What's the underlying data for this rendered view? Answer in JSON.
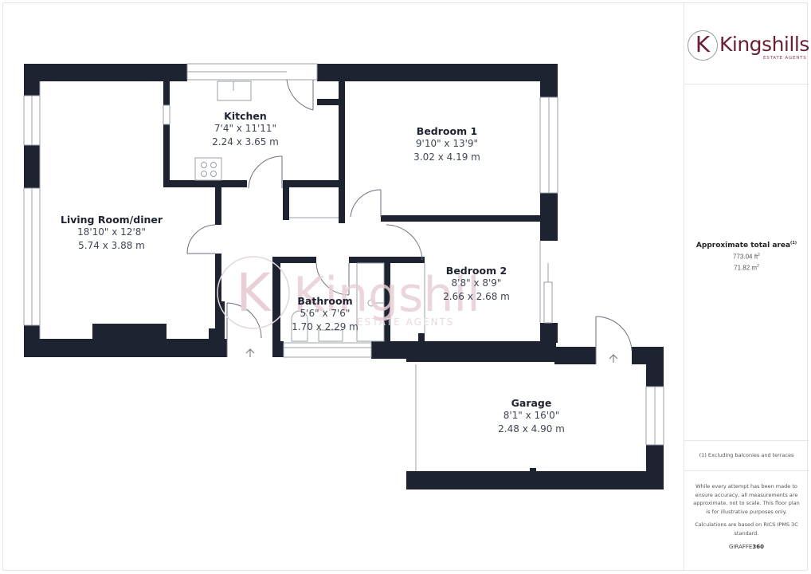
{
  "brand": {
    "logo_letter": "K",
    "name": "Kingshills",
    "tagline": "ESTATE AGENTS",
    "color": "#6b1f33"
  },
  "summary": {
    "title": "Approximate total area",
    "title_note": "(1)",
    "area_ft": "773.04 ft",
    "area_ft_unit_sup": "2",
    "area_m": "71.82 m",
    "area_m_unit_sup": "2"
  },
  "footnote": "(1) Excluding balconies and terraces",
  "disclaimer": {
    "p1": "While every attempt has been made to ensure accuracy, all measurements are approximate, not to scale. This floor plan is for illustrative purposes only.",
    "p2": "Calculations are based on RICS IPMS 3C standard.",
    "provider_a": "GIRAFFE",
    "provider_b": "360"
  },
  "rooms": [
    {
      "name": "Kitchen",
      "imperial": "7'4\" x 11'11\"",
      "metric": "2.24 x 3.65 m"
    },
    {
      "name": "Bedroom 1",
      "imperial": "9'10\" x 13'9\"",
      "metric": "3.02 x 4.19 m"
    },
    {
      "name": "Living Room/diner",
      "imperial": "18'10\" x 12'8\"",
      "metric": "5.74 x 3.88 m"
    },
    {
      "name": "Bedroom 2",
      "imperial": "8'8\" x 8'9\"",
      "metric": "2.66 x 2.68 m"
    },
    {
      "name": "Bathroom",
      "imperial": "5'6\" x 7'6\"",
      "metric": "1.70 x 2.29 m"
    },
    {
      "name": "Garage",
      "imperial": "8'1\" x 16'0\"",
      "metric": "2.48 x 4.90 m"
    }
  ],
  "watermark": {
    "name": "Kingshills",
    "tagline": "ESTATE AGENTS"
  },
  "colors": {
    "wall": "#1d2330",
    "window": "#9aa0a8",
    "text": "#1d2330",
    "dim_text": "#3f4756"
  }
}
